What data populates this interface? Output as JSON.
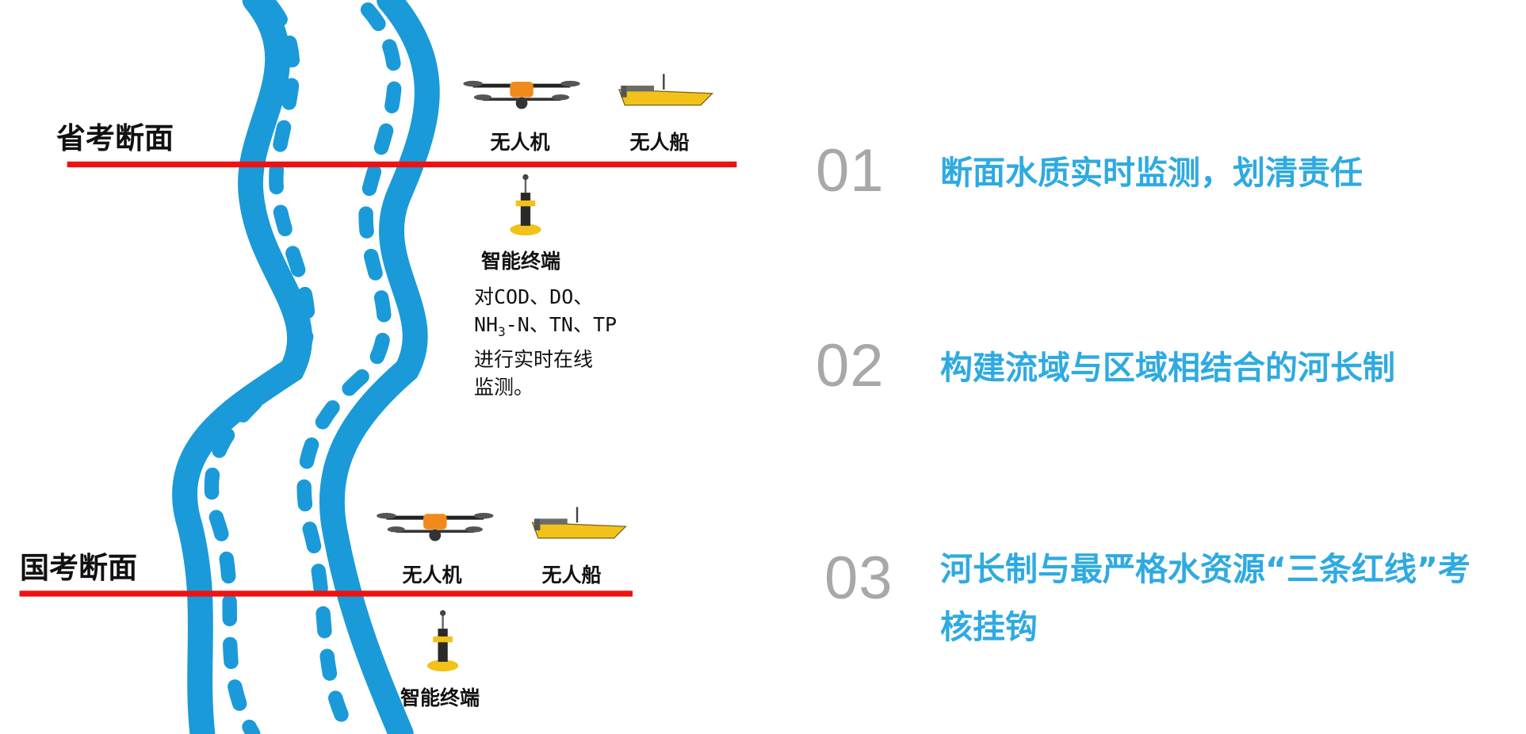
{
  "diagram": {
    "sections": [
      {
        "label": "省考断面",
        "drone_label": "无人机",
        "boat_label": "无人船",
        "terminal_label": "智能终端",
        "description_lines": [
          "对COD、DO、",
          "NH",
          "3",
          "-N、TN、TP",
          "进行实时在线",
          "监测。"
        ]
      },
      {
        "label": "国考断面",
        "drone_label": "无人机",
        "boat_label": "无人船",
        "terminal_label": "智能终端"
      }
    ],
    "items": [
      {
        "number": "01",
        "text": "断面水质实时监测，划清责任"
      },
      {
        "number": "02",
        "text": "构建流域与区域相结合的河长制"
      },
      {
        "number": "03",
        "text_line1": "河长制与最严格水资源“三条红线”考",
        "text_line2": "核挂钩"
      }
    ]
  },
  "colors": {
    "river": "#1a9ad9",
    "section_line": "#ee1111",
    "item_text": "#2eaae1",
    "item_number": "#a8a8a8",
    "device_orange": "#f08a1c",
    "device_yellow": "#f2c21a"
  }
}
